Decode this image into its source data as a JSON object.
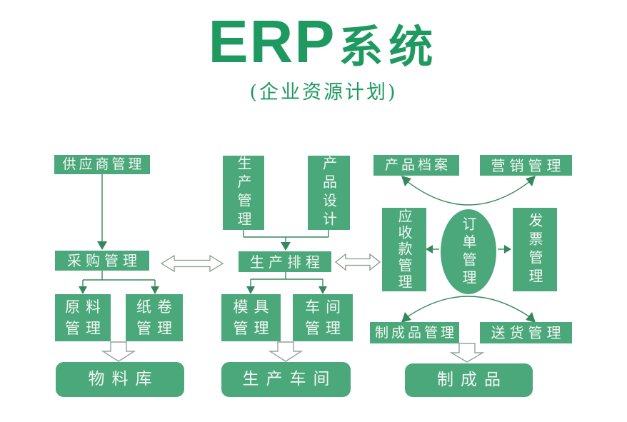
{
  "title": {
    "latin": "ERP",
    "cjk": "系统",
    "subtitle": "(企业资源计划)"
  },
  "colors": {
    "box_green": "#4BA87B",
    "title_green": "#1E9A60",
    "line_green": "#35875C",
    "arrow_outline": "#7E9C8C",
    "hollow_outline": "#93A39B",
    "text_white": "#F4F7F3"
  },
  "nodes": {
    "supplier": {
      "label": "供应商管理"
    },
    "purchasing": {
      "label": "采购管理"
    },
    "raw_material": {
      "line1": "原料",
      "line2": "管理"
    },
    "paper_roll": {
      "line1": "纸卷",
      "line2": "管理"
    },
    "material_warehouse": {
      "label": "物料库"
    },
    "production_mgmt": {
      "label": "生产管理"
    },
    "product_design": {
      "label": "产品设计"
    },
    "production_scheduling": {
      "label": "生产排程"
    },
    "mold": {
      "line1": "模具",
      "line2": "管理"
    },
    "workshop": {
      "line1": "车间",
      "line2": "管理"
    },
    "production_workshop": {
      "label": "生产车间"
    },
    "product_archive": {
      "label": "产品档案"
    },
    "marketing": {
      "label": "营销管理"
    },
    "receivables": {
      "label": "应收款管理"
    },
    "order_mgmt": {
      "label": "订单管理"
    },
    "invoice": {
      "label": "发票管理"
    },
    "finished_goods_mgmt": {
      "label": "制成品管理"
    },
    "delivery": {
      "label": "送货管理"
    },
    "finished_goods": {
      "label": "制成品"
    }
  }
}
